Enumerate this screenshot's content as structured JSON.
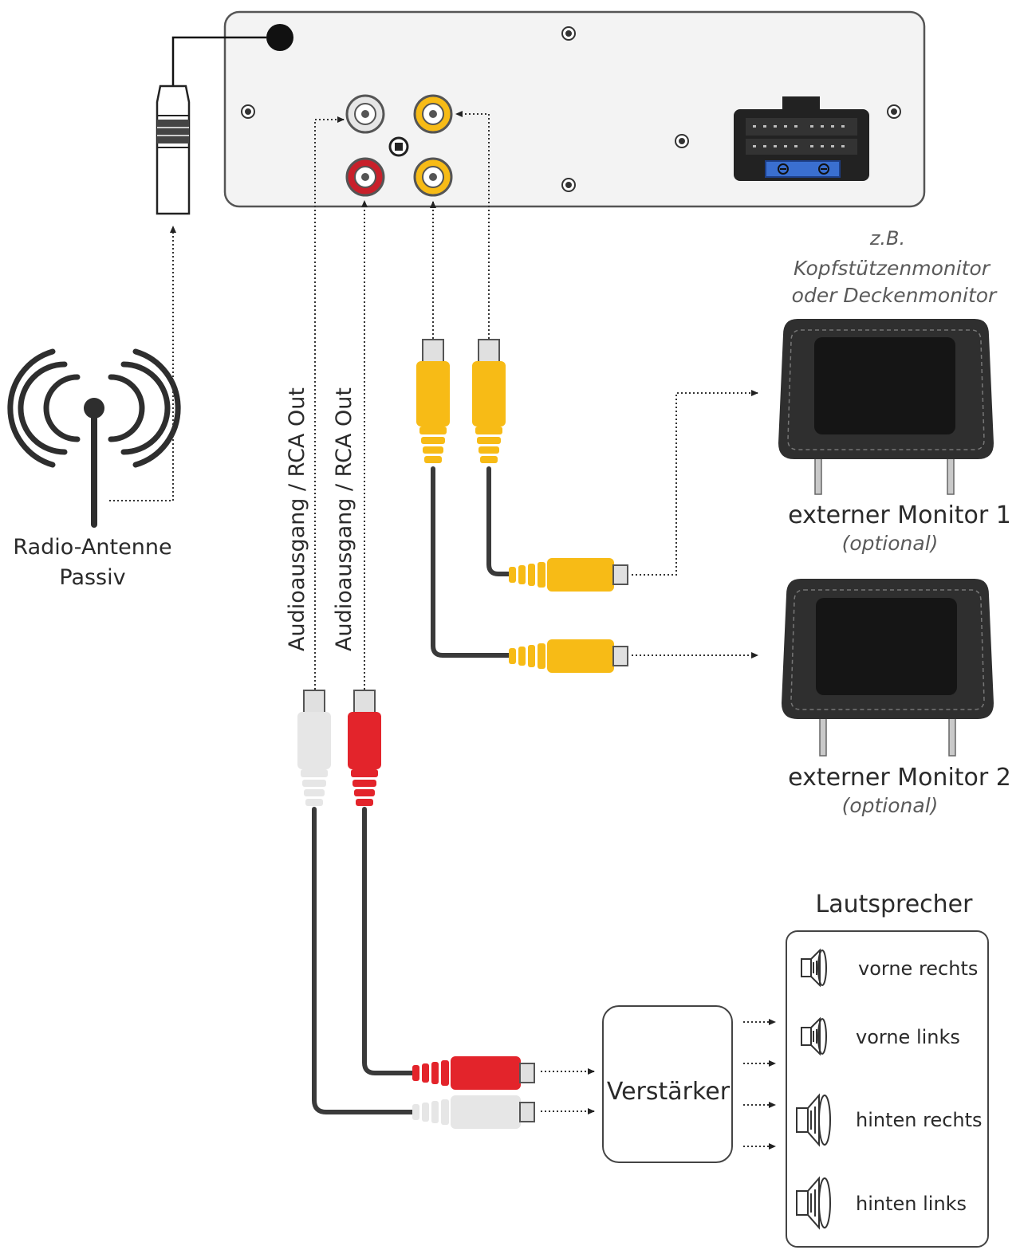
{
  "labels": {
    "antenna_line1": "Radio-Antenne",
    "antenna_line2": "Passiv",
    "audio_out_1": "Audioausgang / RCA Out",
    "audio_out_2": "Audioausgang / RCA Out",
    "monitor_note_line1": "z.B.",
    "monitor_note_line2": "Kopfstützenmonitor",
    "monitor_note_line3": "oder Deckenmonitor",
    "monitor1": "externer Monitor 1",
    "monitor1_opt": "(optional)",
    "monitor2": "externer Monitor 2",
    "monitor2_opt": "(optional)",
    "amplifier": "Verstärker",
    "speakers_title": "Lautsprecher",
    "speaker1": "vorne rechts",
    "speaker2": "vorne links",
    "speaker3": "hinten rechts",
    "speaker4": "hinten links"
  },
  "colors": {
    "rca_white": "#e6e6e6",
    "rca_red": "#e3242b",
    "rca_yellow": "#f7bb16",
    "cable": "#3a3a3a",
    "monitor_body": "#2f2f2f",
    "screen": "#151515",
    "fuse_blue": "#3a6fd0",
    "panel_fill": "#f3f3f3"
  },
  "icons": [
    "antenna-icon",
    "speaker-icon",
    "connector-icon",
    "rca-plug-icon",
    "monitor-icon"
  ]
}
